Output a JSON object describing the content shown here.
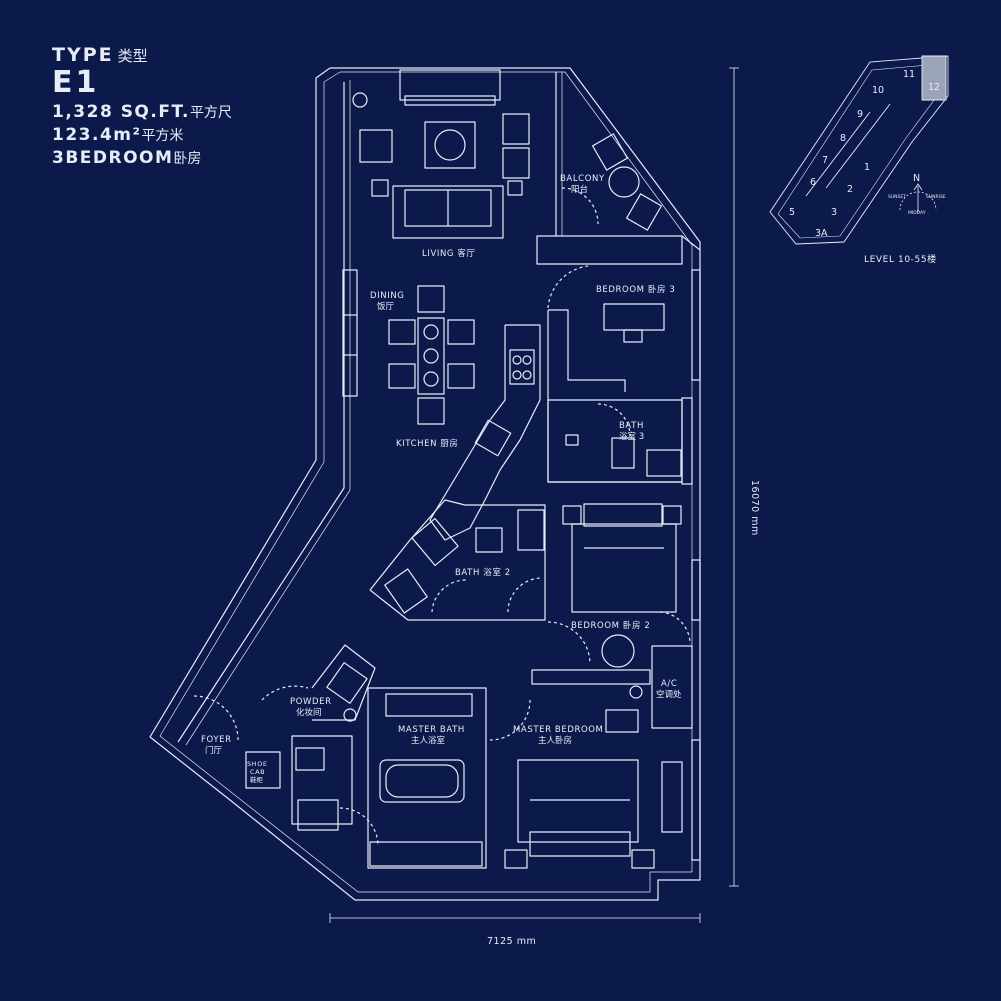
{
  "header": {
    "type_label": "TYPE",
    "type_label_cn": "类型",
    "unit_code": "E1",
    "area_sqft": "1,328 SQ.FT.",
    "area_sqft_cn": "平方尺",
    "area_sqm": "123.4m²",
    "area_sqm_cn": "平方米",
    "bedrooms": "3BEDROOM",
    "bedrooms_cn": "卧房"
  },
  "rooms": {
    "living": "LIVING 客厅",
    "balcony": "BALCONY",
    "balcony_cn": "阳台",
    "bedroom3": "BEDROOM 卧房 3",
    "dining": "DINING",
    "dining_cn": "饭厅",
    "kitchen": "KITCHEN 厨房",
    "bath3": "BATH",
    "bath3_cn": "浴室 3",
    "bath2": "BATH 浴室 2",
    "bedroom2": "BEDROOM 卧房 2",
    "ac": "A/C",
    "ac_cn": "空调处",
    "powder": "POWDER",
    "powder_cn": "化妆间",
    "master_bath": "MASTER BATH",
    "master_bath_cn": "主人浴室",
    "master_bedroom": "MASTER BEDROOM",
    "master_bedroom_cn": "主人卧房",
    "foyer": "FOYER",
    "foyer_cn": "门厅",
    "shoe": "SHOE",
    "shoe_cab": "CAB",
    "shoe_cn": "鞋柜"
  },
  "dimensions": {
    "width": "7125 mm",
    "height": "16070 mm"
  },
  "key_plan": {
    "level": "LEVEL 10-55楼",
    "units": [
      "1",
      "2",
      "3",
      "3A",
      "5",
      "6",
      "7",
      "8",
      "9",
      "10",
      "11",
      "12"
    ],
    "highlight": "12",
    "compass": {
      "north": "N",
      "sunset": "SUNSET",
      "sunrise": "SUNRISE",
      "midday": "MIDDAY"
    }
  },
  "colors": {
    "background": "#0b1a4a",
    "line": "#e8ecf7",
    "highlight": "#9aa3b8"
  }
}
